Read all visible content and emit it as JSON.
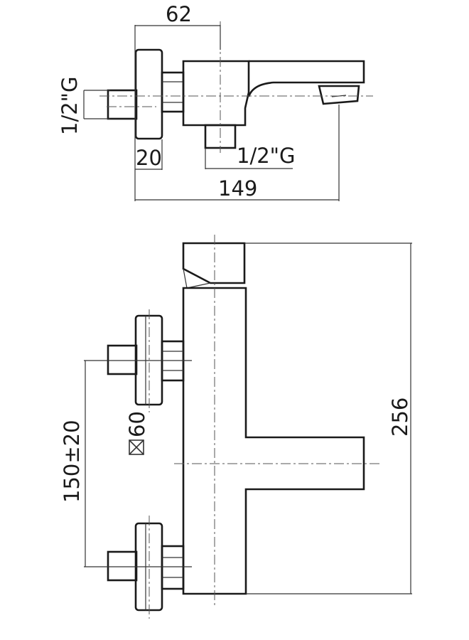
{
  "top_view": {
    "dim_width": "62",
    "dim_inlet_thread": "1/2\"G",
    "dim_flange": "20",
    "dim_outlet_thread": "1/2\"G",
    "dim_overall": "149"
  },
  "front_view": {
    "dim_height": "256",
    "dim_flange_size": "60",
    "dim_centers": "150±20"
  },
  "colors": {
    "line": "#1a1a1a",
    "centerline": "#555555"
  }
}
